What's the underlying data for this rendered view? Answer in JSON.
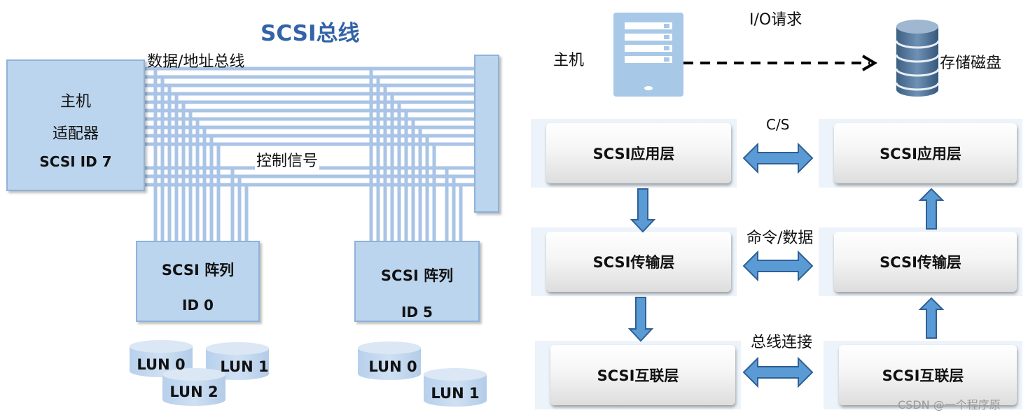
{
  "left": {
    "title": "SCSI总线",
    "data_bus_label": "数据/地址总线",
    "control_label": "控制信号",
    "host_adapter": {
      "line1": "主机",
      "line2": "适配器",
      "line3": "SCSI ID 7"
    },
    "array1": {
      "name": "SCSI 阵列",
      "id": "ID 0",
      "luns": [
        "LUN 0",
        "LUN 1",
        "LUN 2"
      ]
    },
    "array2": {
      "name": "SCSI 阵列",
      "id": "ID 5",
      "luns": [
        "LUN 0",
        "LUN 1"
      ]
    }
  },
  "right": {
    "host_label": "主机",
    "io_label": "I/O请求",
    "disk_label": "存储磁盘",
    "cs_label": "C/S",
    "cmd_label": "命令/数据",
    "bus_label": "总线连接",
    "layers_left": [
      "SCSI应用层",
      "SCSI传输层",
      "SCSI互联层"
    ],
    "layers_right": [
      "SCSI应用层",
      "SCSI传输层",
      "SCSI互联层"
    ]
  },
  "watermark": "CSDN @一个程序原",
  "colors": {
    "line": "#a9c4e6",
    "box_fill": "#bcd5ee",
    "arrow_fill": "#5b9bd5",
    "arrow_stroke": "#2f5f95",
    "title": "#3363a8"
  }
}
